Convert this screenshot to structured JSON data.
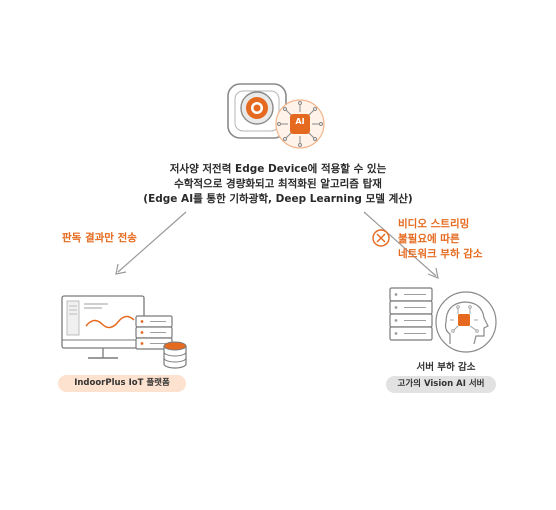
{
  "center": {
    "line1": "저사양 저전력 Edge Device에 적용할 수 있는",
    "line2": "수학적으로 경량화되고 최적화된 알고리즘 탑재",
    "line3": "(Edge AI를 통한 기하광학, Deep Learning 모델 계산)",
    "ai_chip_label": "AI"
  },
  "left_branch": {
    "label": "판독 결과만 전송",
    "platform_label": "IndoorPlus IoT 플랫폼"
  },
  "right_branch": {
    "label_line1": "비디오 스트리밍",
    "label_line2": "불필요에 따른",
    "label_line3": "네트워크 부하 감소",
    "server_caption": "서버 부하 감소",
    "server_label": "고가의 Vision AI 서버"
  },
  "colors": {
    "accent": "#e56a1f",
    "line_gray": "#9a9a9a",
    "icon_gray": "#6e6e6e"
  }
}
